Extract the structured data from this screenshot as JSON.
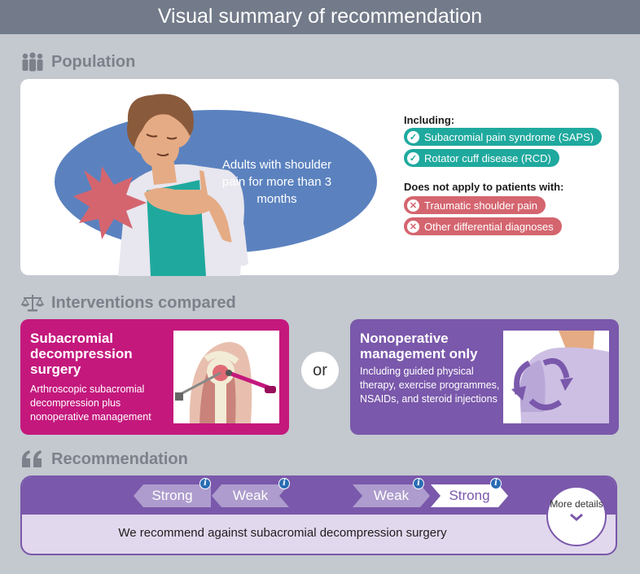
{
  "title": "Visual summary of recommendation",
  "population": {
    "heading": "Population",
    "description": "Adults with shoulder pain for more than 3 months",
    "including_label": "Including:",
    "including": [
      "Subacromial pain syndrome (SAPS)",
      "Rotator cuff disease (RCD)"
    ],
    "excluding_label": "Does not apply to patients with:",
    "excluding": [
      "Traumatic shoulder pain",
      "Other differential diagnoses"
    ]
  },
  "interventions": {
    "heading": "Interventions compared",
    "or_label": "or",
    "surgery": {
      "title": "Subacromial decompression surgery",
      "description": "Arthroscopic subacromial decompression plus nonoperative management"
    },
    "nonoperative": {
      "title": "Nonoperative management only",
      "description": "Including guided physical therapy, exercise programmes, NSAIDs, and steroid injections"
    }
  },
  "recommendation": {
    "heading": "Recommendation",
    "scale": [
      "Strong",
      "Weak",
      "Weak",
      "Strong"
    ],
    "selected_index": 3,
    "text": "We recommend against subacromial decompression surgery",
    "more_details": "More details"
  },
  "colors": {
    "surgery": "#c4187d",
    "nonoperative": "#7a58ab",
    "include": "#1fa99e",
    "exclude": "#d4656f",
    "info": "#2a6db4"
  }
}
